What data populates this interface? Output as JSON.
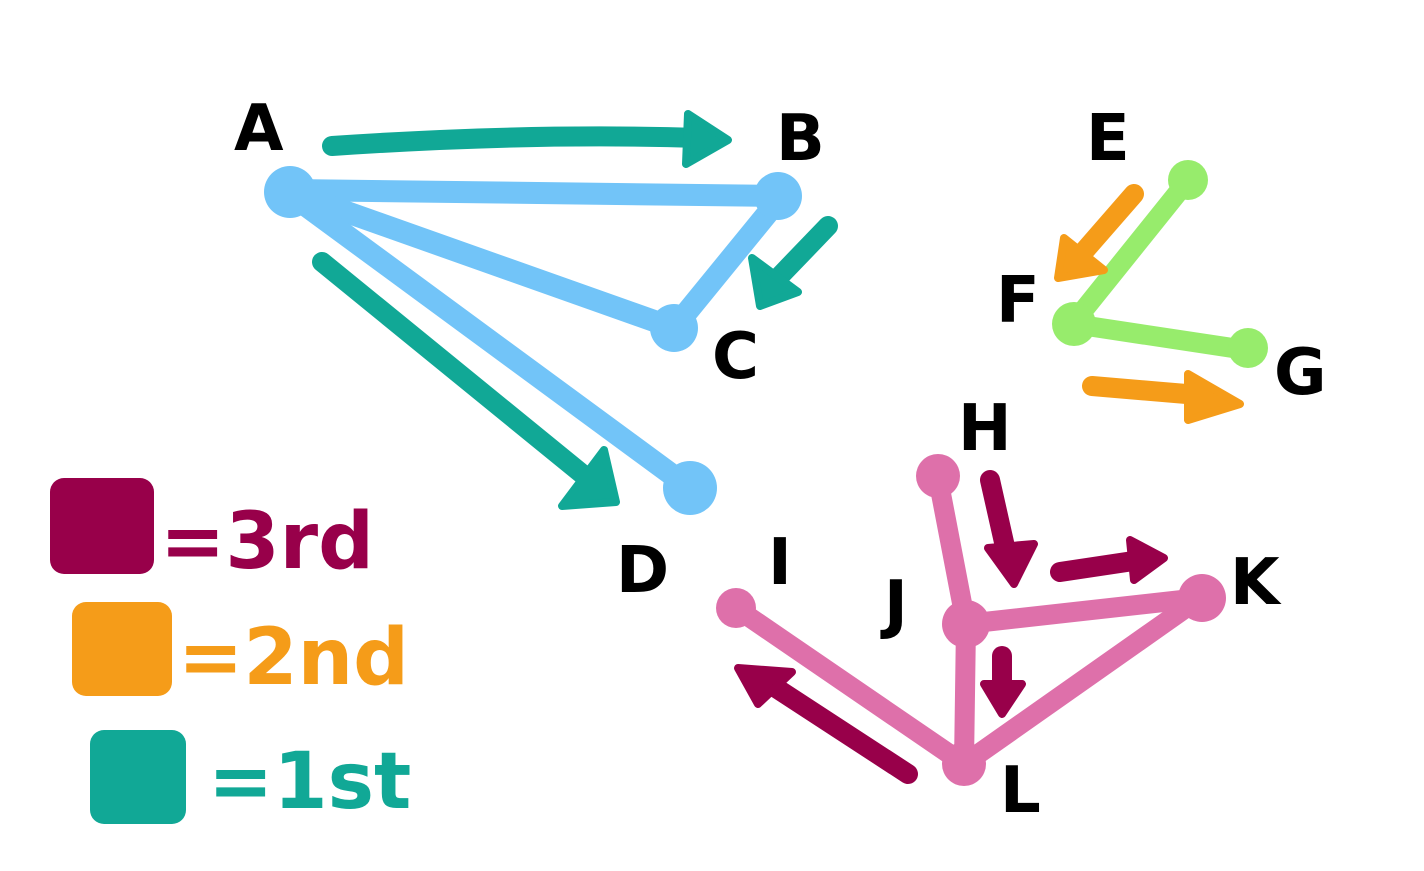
{
  "colors": {
    "order_3rd": "#98004a",
    "order_2nd": "#f59c19",
    "order_1st": "#11a896",
    "graph_blue": "#72c4f8",
    "graph_green": "#97ec6c",
    "graph_pink": "#de70aa",
    "label": "#000000"
  },
  "nodes": {
    "A": "A",
    "B": "B",
    "C": "C",
    "D": "D",
    "E": "E",
    "F": "F",
    "G": "G",
    "H": "H",
    "I": "I",
    "J": "J",
    "K": "K",
    "L": "L"
  },
  "graphs": [
    {
      "color": "graph_blue",
      "edges": [
        [
          "A",
          "B"
        ],
        [
          "A",
          "C"
        ],
        [
          "A",
          "D"
        ],
        [
          "B",
          "C"
        ]
      ]
    },
    {
      "color": "graph_green",
      "edges": [
        [
          "E",
          "F"
        ],
        [
          "F",
          "G"
        ]
      ]
    },
    {
      "color": "graph_pink",
      "edges": [
        [
          "H",
          "J"
        ],
        [
          "J",
          "K"
        ],
        [
          "J",
          "L"
        ],
        [
          "I",
          "L"
        ],
        [
          "K",
          "L"
        ]
      ]
    }
  ],
  "traversal_arrows": [
    {
      "from": "A",
      "to": "B",
      "order": "1st"
    },
    {
      "from": "B",
      "to": "C",
      "order": "1st"
    },
    {
      "from": "A",
      "to": "D",
      "order": "1st"
    },
    {
      "from": "E",
      "to": "F",
      "order": "2nd"
    },
    {
      "from": "F",
      "to": "G",
      "order": "2nd"
    },
    {
      "from": "H",
      "to": "J",
      "order": "3rd"
    },
    {
      "from": "J",
      "to": "K",
      "order": "3rd"
    },
    {
      "from": "J",
      "to": "L",
      "order": "3rd"
    },
    {
      "from": "L",
      "to": "I",
      "order": "3rd"
    }
  ],
  "legend": [
    {
      "color": "order_3rd",
      "label": "=3rd"
    },
    {
      "color": "order_2nd",
      "label": "=2nd"
    },
    {
      "color": "order_1st",
      "label": "=1st"
    }
  ]
}
